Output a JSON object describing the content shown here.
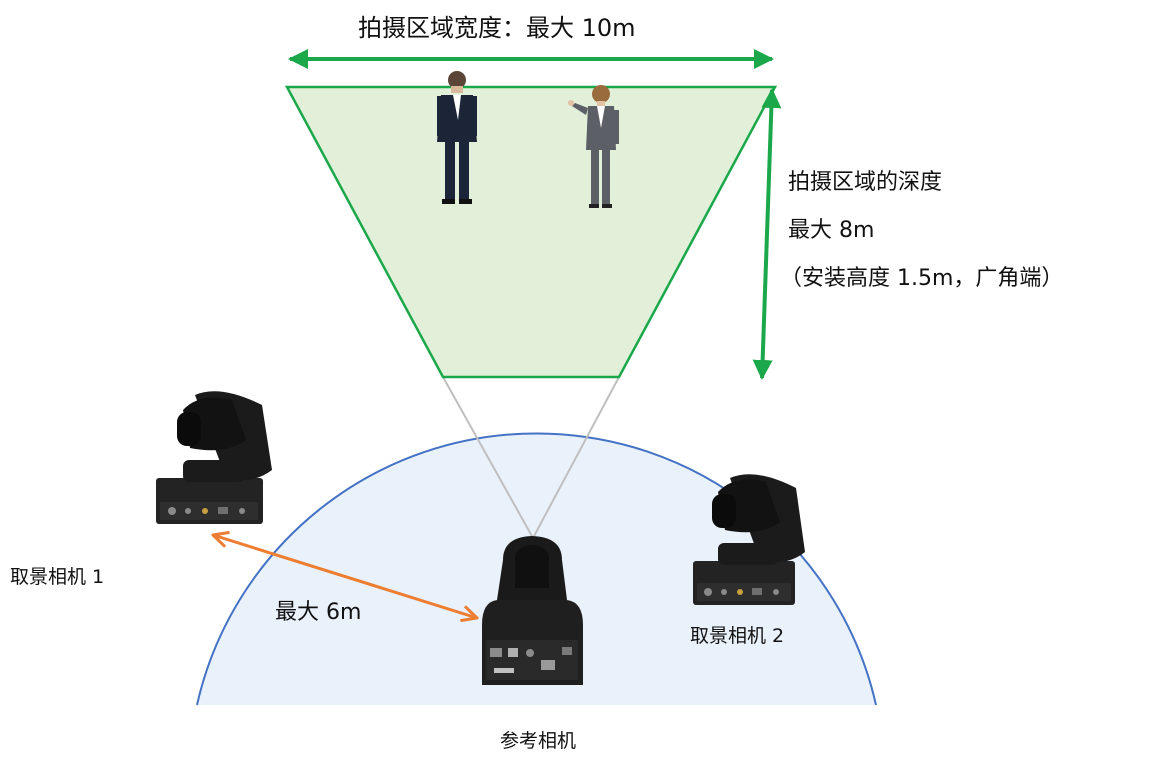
{
  "shooting_area": {
    "width_label": "拍摄区域宽度：最大 10m",
    "depth_title": "拍摄区域的深度",
    "depth_max": "最大 8m",
    "depth_note": "（安装高度 1.5m，广角端）"
  },
  "cameras": {
    "framing_camera_1": "取景相机 1",
    "framing_camera_2": "取景相机 2",
    "reference_camera": "参考相机",
    "distance_label": "最大 6m"
  },
  "colors": {
    "green_arrow": "#1aa84a",
    "trapezoid_fill": "#e2f0d9",
    "coverage_fill": "#e9f1fb",
    "coverage_stroke": "#4472c4",
    "orange_arrow": "#ed7d31",
    "sightline": "#bfbfbf",
    "camera_body": "#1f1f1f"
  },
  "icons": {
    "people": [
      "man-in-suit-icon",
      "woman-in-suit-icon"
    ],
    "cameras": [
      "ptz-camera-icon",
      "ptz-camera-icon",
      "dome-ptz-camera-icon"
    ]
  }
}
